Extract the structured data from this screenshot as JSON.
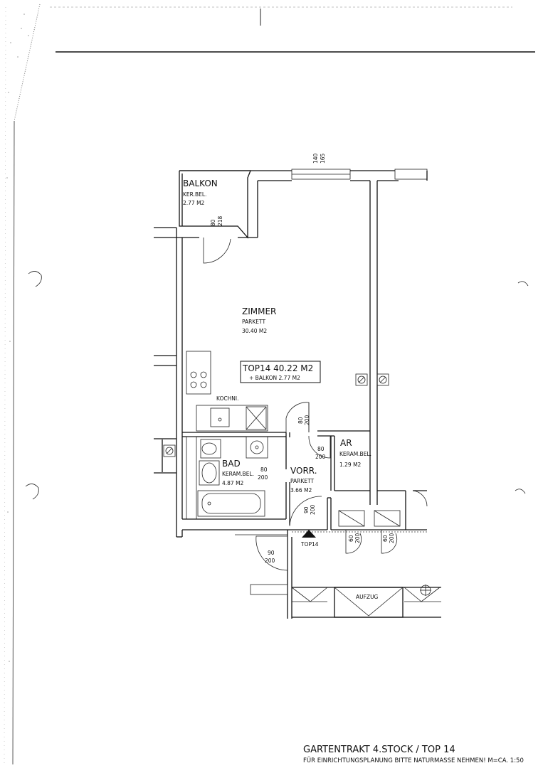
{
  "rooms": {
    "balkon": {
      "name": "BALKON",
      "floor": "KER.BEL.",
      "area": "2.77 M2"
    },
    "zimmer": {
      "name": "ZIMMER",
      "floor": "PARKETT",
      "area": "30.40 M2"
    },
    "kochni": {
      "name": "KOCHNI."
    },
    "bad": {
      "name": "BAD",
      "floor": "KERAM.BEL.",
      "area": "4.87 M2"
    },
    "ar": {
      "name": "AR",
      "floor": "KERAM.BEL.",
      "area": "1.29 M2"
    },
    "vorr": {
      "name": "VORR.",
      "floor": "PARKETT",
      "area": "3.66 M2"
    },
    "aufzug": {
      "name": "AUFZUG"
    }
  },
  "unit_box": {
    "line1": "TOP14 40.22 M2",
    "line2": "+ BALKON 2.77 M2"
  },
  "entrance_label": "TOP14",
  "dimensions": {
    "window_top": [
      "140",
      "165"
    ],
    "balkon_door": [
      "80",
      "218"
    ],
    "door_80_200": [
      "80",
      "200"
    ],
    "door_90_200": [
      "90",
      "200"
    ],
    "door_60_200": [
      "60",
      "200"
    ]
  },
  "footer": {
    "title": "GARTENTRAKT 4.STOCK / TOP 14",
    "note": "FÜR EINRICHTUNGSPLANUNG BITTE NATURMASSE NEHMEN! M=CA. 1:50"
  }
}
